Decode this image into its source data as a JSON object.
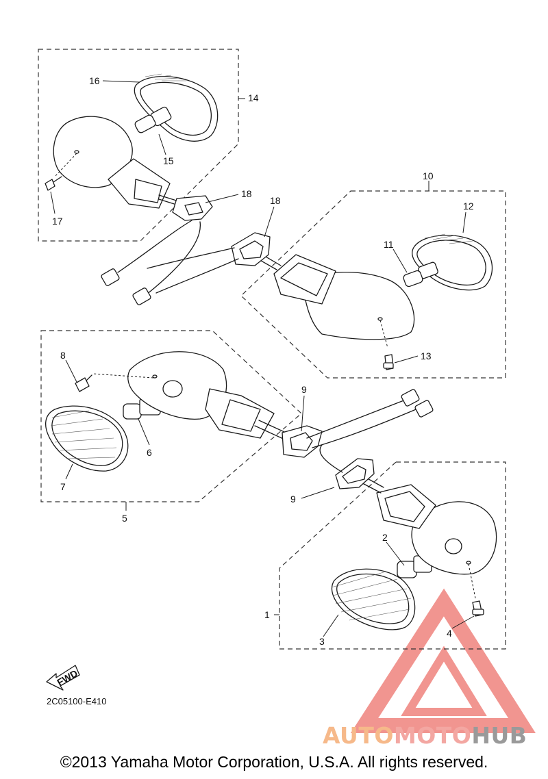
{
  "callouts": {
    "c1": "1",
    "c2": "2",
    "c3": "3",
    "c4": "4",
    "c5": "5",
    "c6": "6",
    "c7": "7",
    "c8": "8",
    "c9a": "9",
    "c9b": "9",
    "c10": "10",
    "c11": "11",
    "c12": "12",
    "c13": "13",
    "c14": "14",
    "c15": "15",
    "c16": "16",
    "c17": "17",
    "c18a": "18",
    "c18b": "18"
  },
  "fwd_label": "FWD",
  "part_code": "2C05100-E410",
  "copyright": "©2013 Yamaha Motor Corporation, U.S.A. All rights reserved.",
  "watermark": {
    "part1": "AUTO",
    "part2": "MOTO",
    "part3": "HUB"
  },
  "colors": {
    "line": "#1a1a1a",
    "watermark_red": "#f08a84",
    "watermark_orange": "#f6b98a",
    "watermark_gray": "#9a9a9a"
  }
}
